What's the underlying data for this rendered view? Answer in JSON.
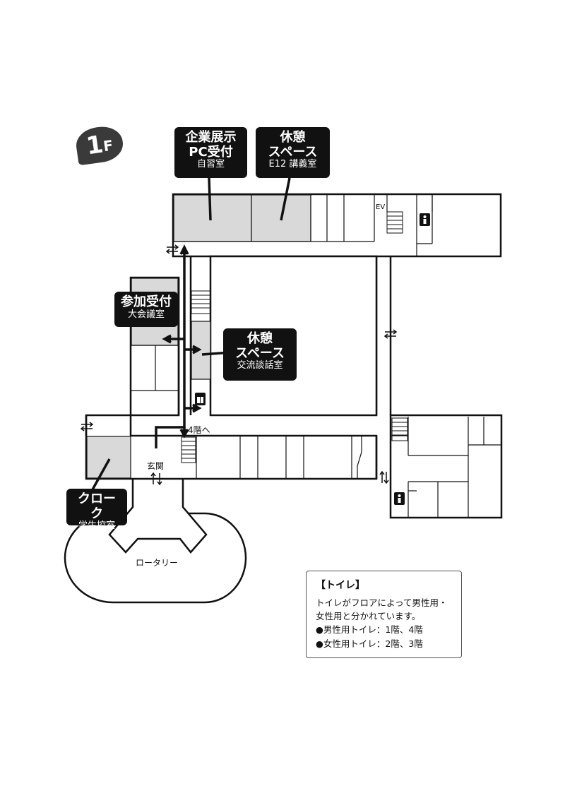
{
  "floor": {
    "number": "1",
    "suffix": "F"
  },
  "callouts": {
    "exhibit": {
      "line1": "企業展示",
      "line2": "PC受付",
      "sub": "自習室"
    },
    "rest_top": {
      "line1": "休憩",
      "line2": "スペース",
      "sub": "E12 講義室"
    },
    "reception": {
      "line1": "参加受付",
      "sub": "大会議室"
    },
    "rest_mid": {
      "line1": "休憩",
      "line2": "スペース",
      "sub": "交流談話室"
    },
    "cloak": {
      "line1": "クローク",
      "sub": "学生控室"
    }
  },
  "map_labels": {
    "ev": "EV",
    "to_4f": "4階へ",
    "entrance": "玄関",
    "rotary": "ロータリー"
  },
  "icons": {
    "restroom": "restroom-icon",
    "elevator": "elevator-icon",
    "door": "double-arrow-door-icon"
  },
  "toilet_note": {
    "title": "【トイレ】",
    "line1": "トイレがフロアによって男性用・",
    "line2": "女性用と分かれています。",
    "men": "●男性用トイレ：1階、4階",
    "women": "●女性用トイレ：2階、3階"
  },
  "colors": {
    "highlight_room": "#d9d9d9",
    "callout_bg": "#111111",
    "badge_bg": "#3a3a3a"
  }
}
